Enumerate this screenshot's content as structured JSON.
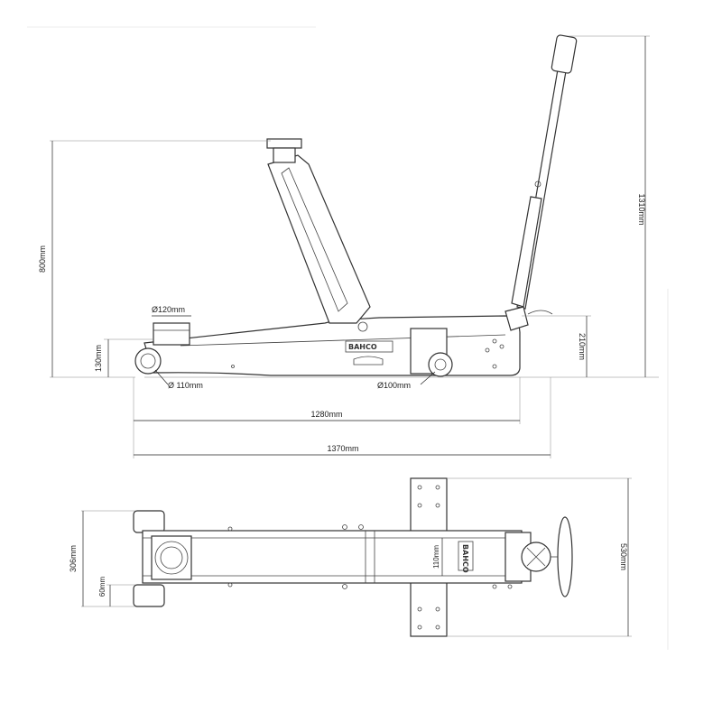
{
  "brand": "BAHCO",
  "side_view": {
    "total_height_label": "1310mm",
    "max_lift_label": "800mm",
    "min_height_label": "130mm",
    "chassis_height_label": "210mm",
    "saddle_diameter_label": "Ø120mm",
    "front_wheel_label": "Ø 110mm",
    "rear_wheel_label": "Ø100mm",
    "length_label": "1280mm",
    "overall_length_label": "1370mm"
  },
  "top_view": {
    "front_width_label": "306mm",
    "front_wheel_width_label": "60mm",
    "rear_width_label": "530mm",
    "inner_label": "110mm"
  }
}
